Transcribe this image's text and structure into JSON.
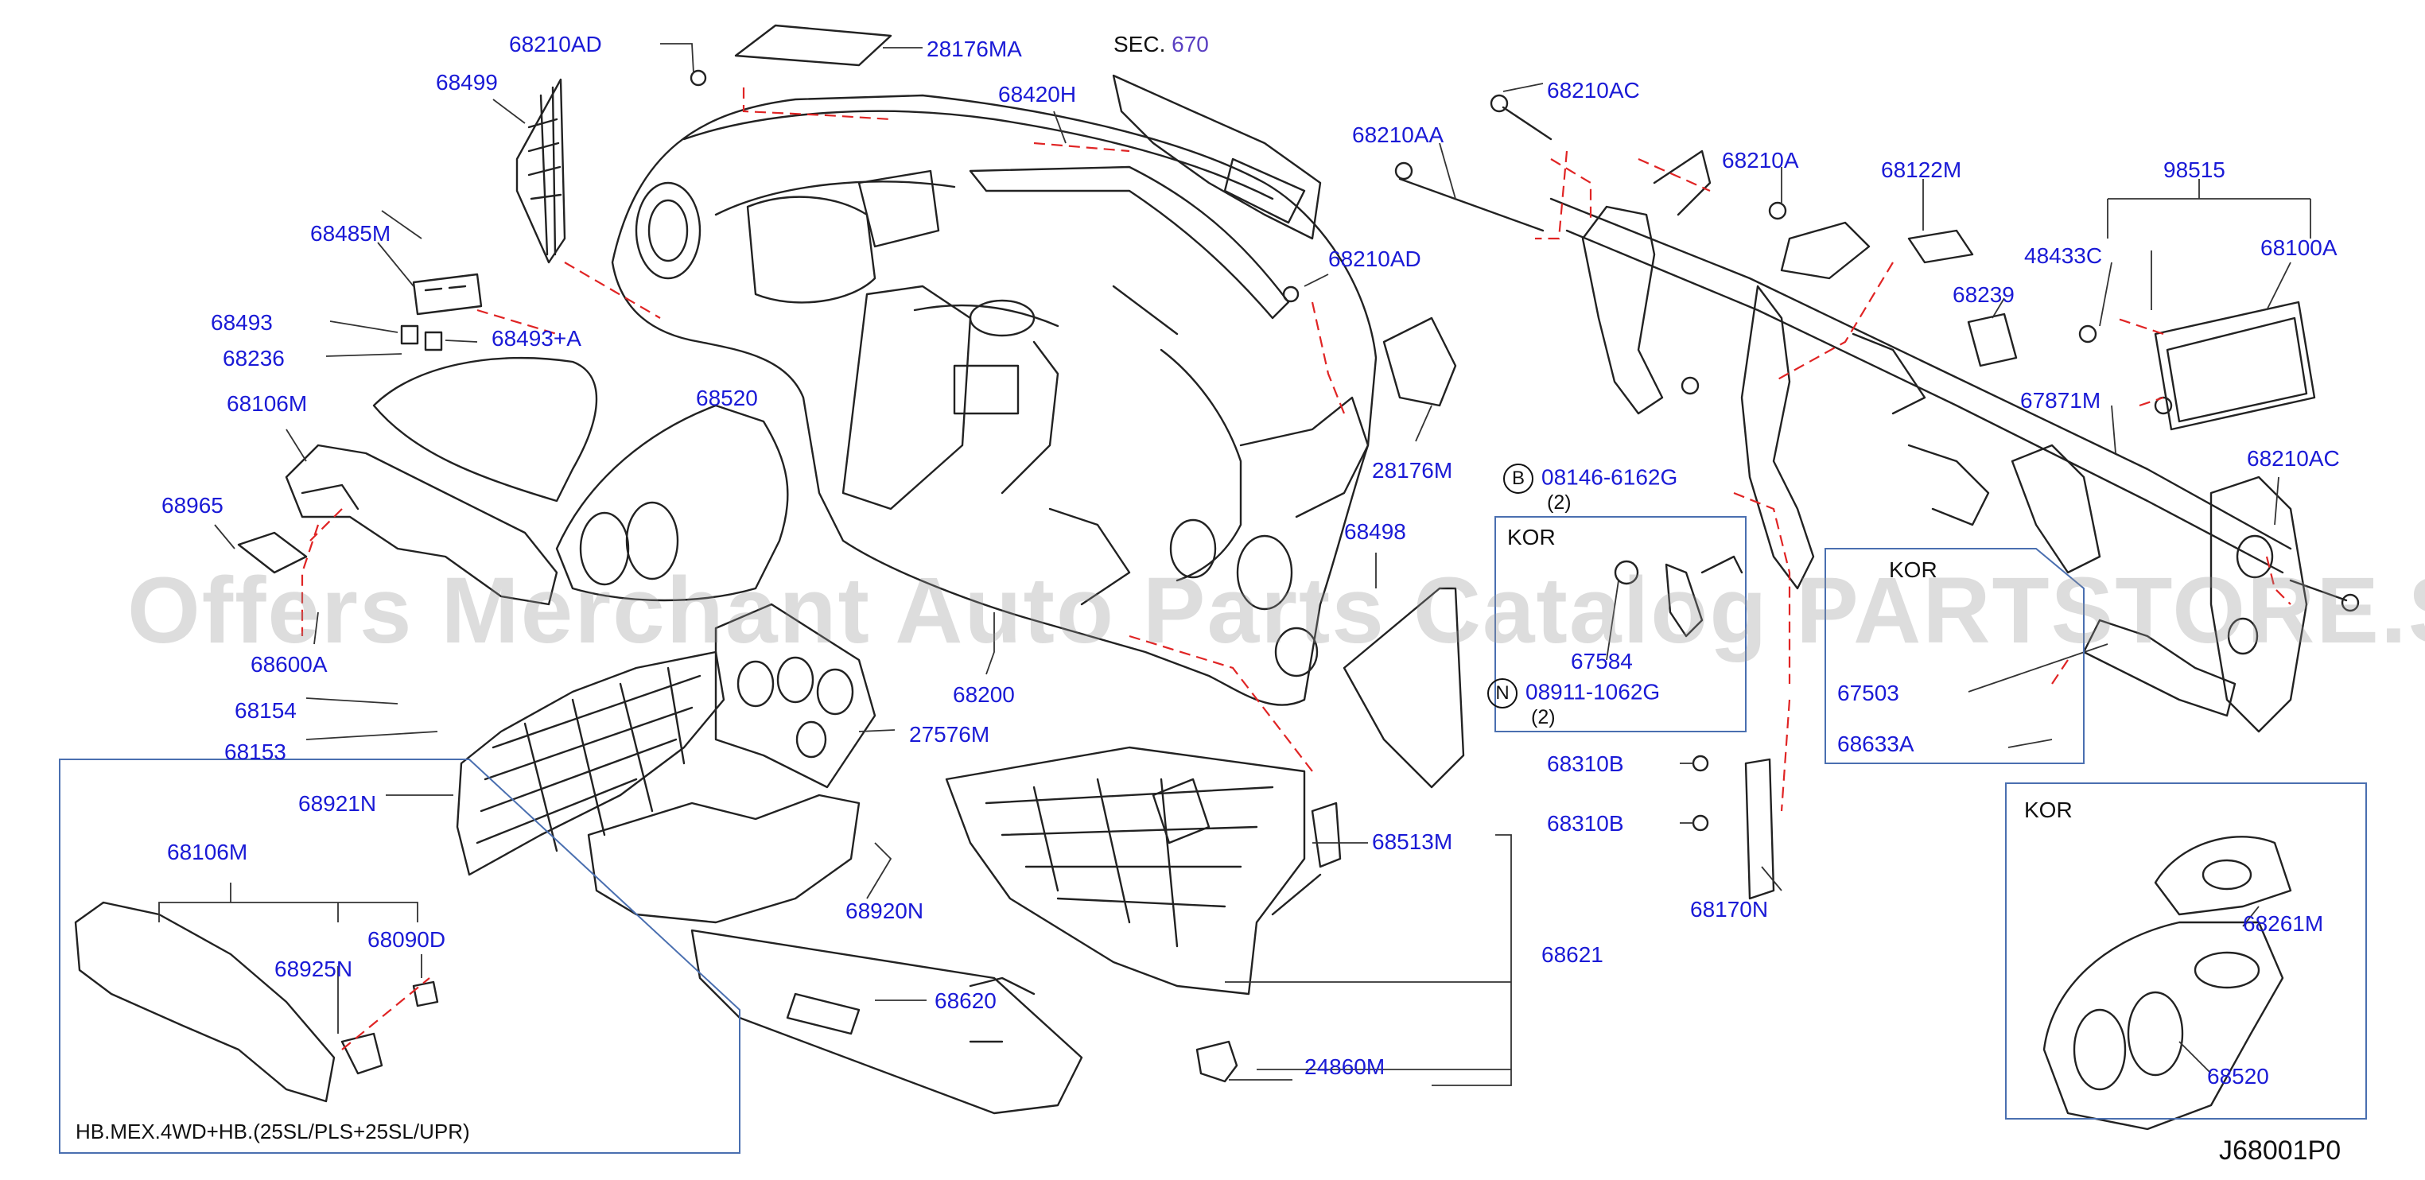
{
  "watermark": "Offers Merchant Auto Parts Catalog PARTSTORE.SA",
  "diagram_ref": "J68001P0",
  "sec": {
    "prefix": "SEC.",
    "number": "670"
  },
  "parts": {
    "p68210AD_top": "68210AD",
    "p28176MA": "28176MA",
    "p68499": "68499",
    "p68420H": "68420H",
    "p68485M": "68485M",
    "p68493": "68493",
    "p68493A": "68493+A",
    "p68236": "68236",
    "p68106M": "68106M",
    "p68520": "68520",
    "p68965": "68965",
    "p68600A": "68600A",
    "p68154": "68154",
    "p68153": "68153",
    "p68921N": "68921N",
    "p27576M": "27576M",
    "p68200": "68200",
    "p68920N": "68920N",
    "p68620": "68620",
    "p68621": "68621",
    "p68513M": "68513M",
    "p24860M": "24860M",
    "p68210AD_mid": "68210AD",
    "p28176M": "28176M",
    "p68498": "68498",
    "p68210AA": "68210AA",
    "p68210AC_top": "68210AC",
    "p68210A": "68210A",
    "p68122M": "68122M",
    "p98515": "98515",
    "p48433C": "48433C",
    "p68100A": "68100A",
    "p68239": "68239",
    "p67871M": "67871M",
    "p68210AC_right": "68210AC",
    "p08146": "08146-6162G",
    "p08146_qty": "(2)",
    "p67584": "67584",
    "p08911": "08911-1062G",
    "p08911_qty": "(2)",
    "p67503": "67503",
    "p68633A": "68633A",
    "p68310B_1": "68310B",
    "p68310B_2": "68310B",
    "p68170N": "68170N",
    "p68261M": "68261M",
    "p68520_inset": "68520"
  },
  "circle_letters": {
    "b": "B",
    "n": "N"
  },
  "insets": {
    "kor1": "KOR",
    "kor2": "KOR",
    "kor3": "KOR",
    "hb": {
      "p68106M": "68106M",
      "p68925N": "68925N",
      "p68090D": "68090D",
      "caption": "HB.MEX.4WD+HB.(25SL/PLS+25SL/UPR)"
    }
  }
}
